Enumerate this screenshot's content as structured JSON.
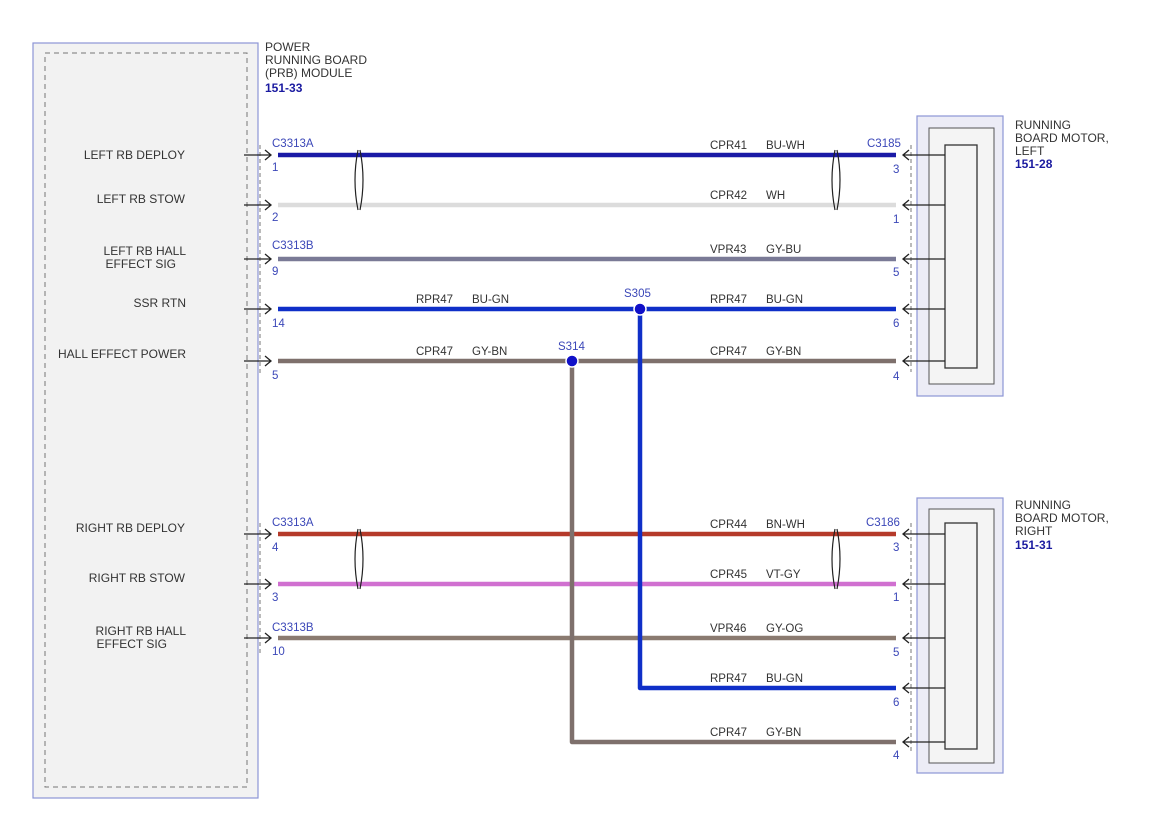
{
  "module": {
    "title_lines": [
      "POWER",
      "RUNNING BOARD",
      "(PRB) MODULE"
    ],
    "ref": "151-33"
  },
  "motor_left": {
    "title_lines": [
      "RUNNING",
      "BOARD MOTOR,",
      "LEFT"
    ],
    "ref": "151-28",
    "connector": "C3185"
  },
  "motor_right": {
    "title_lines": [
      "RUNNING",
      "BOARD MOTOR,",
      "RIGHT"
    ],
    "ref": "151-31",
    "connector": "C3186"
  },
  "connector_labels": {
    "c3313a_top": "C3313A",
    "c3313b_top": "C3313B",
    "c3313a_bottom": "C3313A",
    "c3313b_bottom": "C3313B"
  },
  "splices": {
    "s305": "S305",
    "s314": "S314"
  },
  "colors": {
    "BU-WH": "#1a1aa6",
    "WH": "#dcdcdc",
    "GY-BU": "#7a7a96",
    "BU-GN": "#0f2fc8",
    "GY-BN": "#7e706c",
    "BN-WH": "#b53a2a",
    "VT-GY": "#d070d0",
    "GY-OG": "#8a7a70"
  },
  "signals": [
    {
      "id": "left_deploy",
      "label_lines": [
        "LEFT RB DEPLOY"
      ],
      "module_pin": "1",
      "motor_pin": "3",
      "circuit": "CPR41",
      "color": "BU-WH"
    },
    {
      "id": "left_stow",
      "label_lines": [
        "LEFT RB STOW"
      ],
      "module_pin": "2",
      "motor_pin": "1",
      "circuit": "CPR42",
      "color": "WH"
    },
    {
      "id": "left_hall",
      "label_lines": [
        "LEFT RB HALL",
        "EFFECT SIG"
      ],
      "module_pin": "9",
      "motor_pin": "5",
      "circuit": "VPR43",
      "color": "GY-BU"
    },
    {
      "id": "ssr_rtn",
      "label_lines": [
        "SSR RTN"
      ],
      "module_pin": "14",
      "motor_pin": "6",
      "circuit_left": "RPR47",
      "color_left": "BU-GN",
      "circuit": "RPR47",
      "color": "BU-GN"
    },
    {
      "id": "hall_power",
      "label_lines": [
        "HALL EFFECT POWER"
      ],
      "module_pin": "5",
      "motor_pin": "4",
      "circuit_left": "CPR47",
      "color_left": "GY-BN",
      "circuit": "CPR47",
      "color": "GY-BN"
    },
    {
      "id": "right_deploy",
      "label_lines": [
        "RIGHT RB DEPLOY"
      ],
      "module_pin": "4",
      "motor_pin": "3",
      "circuit": "CPR44",
      "color": "BN-WH"
    },
    {
      "id": "right_stow",
      "label_lines": [
        "RIGHT RB STOW"
      ],
      "module_pin": "3",
      "motor_pin": "1",
      "circuit": "CPR45",
      "color": "VT-GY"
    },
    {
      "id": "right_hall",
      "label_lines": [
        "RIGHT RB HALL",
        "EFFECT SIG"
      ],
      "module_pin": "10",
      "motor_pin": "5",
      "circuit": "VPR46",
      "color": "GY-OG"
    },
    {
      "id": "right_ssr",
      "label_lines": [],
      "module_pin": "",
      "motor_pin": "6",
      "circuit": "RPR47",
      "color": "BU-GN"
    },
    {
      "id": "right_power",
      "label_lines": [],
      "module_pin": "",
      "motor_pin": "4",
      "circuit": "CPR47",
      "color": "GY-BN"
    }
  ]
}
